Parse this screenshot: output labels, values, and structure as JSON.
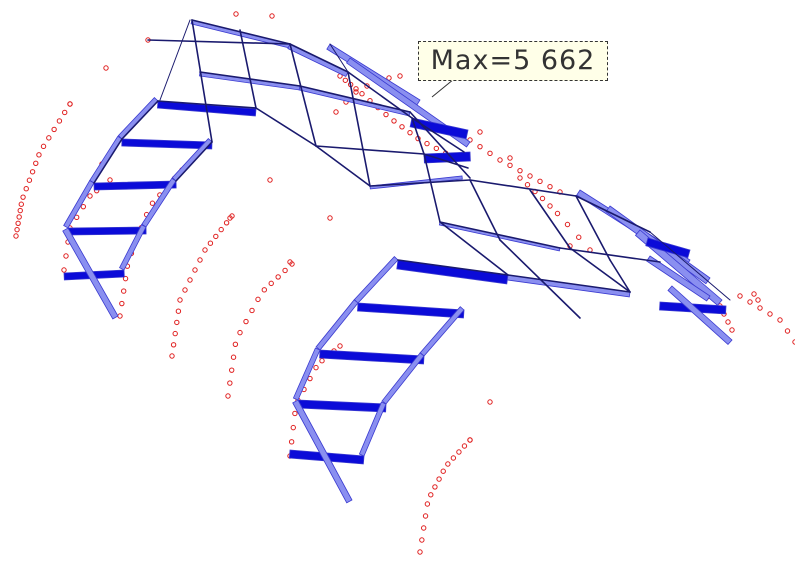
{
  "annotation": {
    "max_label": "Max=5 662"
  },
  "colors": {
    "background": "#ffffff",
    "member_line": "#1a1a6e",
    "diagram_fill": "#8a8ff0",
    "diagram_edge": "#3a3ad0",
    "diagram_dark": "#0b0bd8",
    "support_marker": "#e02020",
    "annotation_bg": "#ffffe8",
    "annotation_border": "#333333"
  },
  "icons": {
    "support_marker": "red-circle",
    "member": "line"
  }
}
